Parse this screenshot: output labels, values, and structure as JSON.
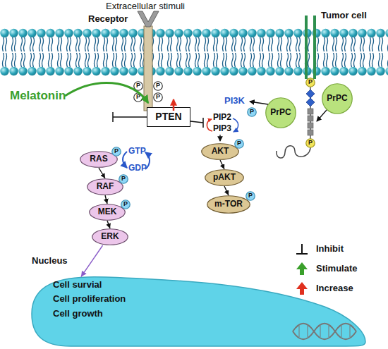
{
  "diagram": {
    "nodes": [
      {
        "text": [
          "P"
        ]
      },
      {
        "text": [
          "P"
        ]
      },
      {
        "text": [
          "P"
        ]
      },
      {
        "text": [
          "P"
        ]
      },
      {
        "text": [
          "P"
        ]
      },
      {
        "text": [
          "PrPC"
        ]
      },
      {
        "text": [
          "PTEN"
        ]
      },
      {
        "text": [
          "PrPC"
        ]
      },
      {
        "text": [
          "P"
        ]
      },
      {
        "text": [
          "P"
        ]
      },
      {
        "text": [
          "RAS"
        ]
      },
      {
        "text": [
          "P"
        ]
      },
      {
        "text": [
          "AKT"
        ]
      },
      {
        "text": [
          "P"
        ]
      },
      {
        "text": [
          "RAF"
        ]
      },
      {
        "text": [
          "P"
        ]
      },
      {
        "text": [
          "pAKT"
        ]
      },
      {
        "text": [
          "MEK"
        ]
      },
      {
        "text": [
          "P"
        ]
      },
      {
        "text": [
          "m-TOR"
        ]
      },
      {
        "text": [
          "P"
        ]
      },
      {
        "text": [
          "ERK"
        ]
      },
      {
        "text": [
          "Nucleus",
          "Cell survial",
          "Cell proliferation",
          "Cell growth"
        ]
      }
    ],
    "edges": [
      {
        "from": 10,
        "to": 14,
        "arrow": "to"
      },
      {
        "from": 14,
        "to": 17,
        "arrow": "to"
      },
      {
        "from": 17,
        "to": 21,
        "arrow": "to"
      },
      {
        "from": 21,
        "to": 22,
        "arrow": "to"
      },
      {
        "from": 12,
        "to": 16,
        "arrow": "to"
      },
      {
        "from": 16,
        "to": 19,
        "arrow": "to"
      }
    ],
    "labels": [
      "Extracellular stimuli",
      "Receptor",
      "Tumor cell",
      "Melatonin",
      "PI3K",
      "PIP2",
      "PIP3",
      "GTP",
      "GDP"
    ],
    "legend": [
      {
        "text": "Inhibit"
      },
      {
        "text": "Stimulate"
      },
      {
        "text": "Increase"
      }
    ]
  }
}
